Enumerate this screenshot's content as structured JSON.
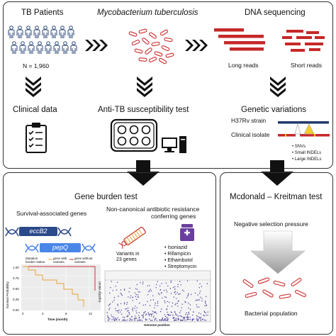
{
  "top": {
    "col1": {
      "title": "TB Patients",
      "count": "N = 1,960",
      "result": "Clinical data"
    },
    "col2": {
      "title": "Mycobacterium tuberculosis",
      "result": "Anti-TB susceptibility test"
    },
    "col3": {
      "title": "DNA sequencing",
      "long_reads": "Long reads",
      "short_reads": "Short reads",
      "result": "Genetic variations"
    },
    "variation": {
      "ref_label": "H37Rv strain",
      "clinical_label": "Clinical isolate",
      "types": [
        "SNVs",
        "Small INDELs",
        "Large INDELs"
      ]
    }
  },
  "gene_burden": {
    "title": "Gene burden test",
    "survival_title": "Survival-associated genes",
    "genes": [
      "eccB2",
      "pepQ"
    ],
    "nc_title_line1": "Non-canonical antibiotic resistance",
    "nc_title_line2": "conferring genes",
    "variants_line1": "Variants in",
    "variants_line2": "23 genes",
    "drugs": [
      "Isoniazid",
      "Rifampicin",
      "Ethambutol",
      "Streptomycin"
    ],
    "km": {
      "legend_title_line1": "Mutation",
      "legend_title_line2": "burden status",
      "legend_with_line1": "gene with",
      "legend_with_line2": "variants",
      "legend_without_line1": "gene without",
      "legend_without_line2": "variants",
      "ylabel": "Survival Probability",
      "xlabel": "Time (month)",
      "yticks": [
        "1.00",
        "0.75",
        "0.50",
        "0.25",
        "0.00"
      ],
      "xticks": [
        "0",
        "4",
        "8",
        "12"
      ],
      "color_with": "#e8a33a",
      "color_without": "#c8323c"
    },
    "manhattan": {
      "ylabel": "-log10(p-value)",
      "xlabel": "Genome position",
      "point_color": "#4a3a9a"
    }
  },
  "mk": {
    "title": "Mcdonald – Kreitman test",
    "selection": "Negative selection pressure",
    "population": "Bacterial population"
  },
  "colors": {
    "patient": "#2c4a7a",
    "bacteria": "#cc2b2b",
    "reads": "#c62828",
    "gene_dark": "#2b4a8a",
    "gene_light": "#4a86e8",
    "drug": "#6b3fa0",
    "variation_yellow": "#f5c400"
  }
}
